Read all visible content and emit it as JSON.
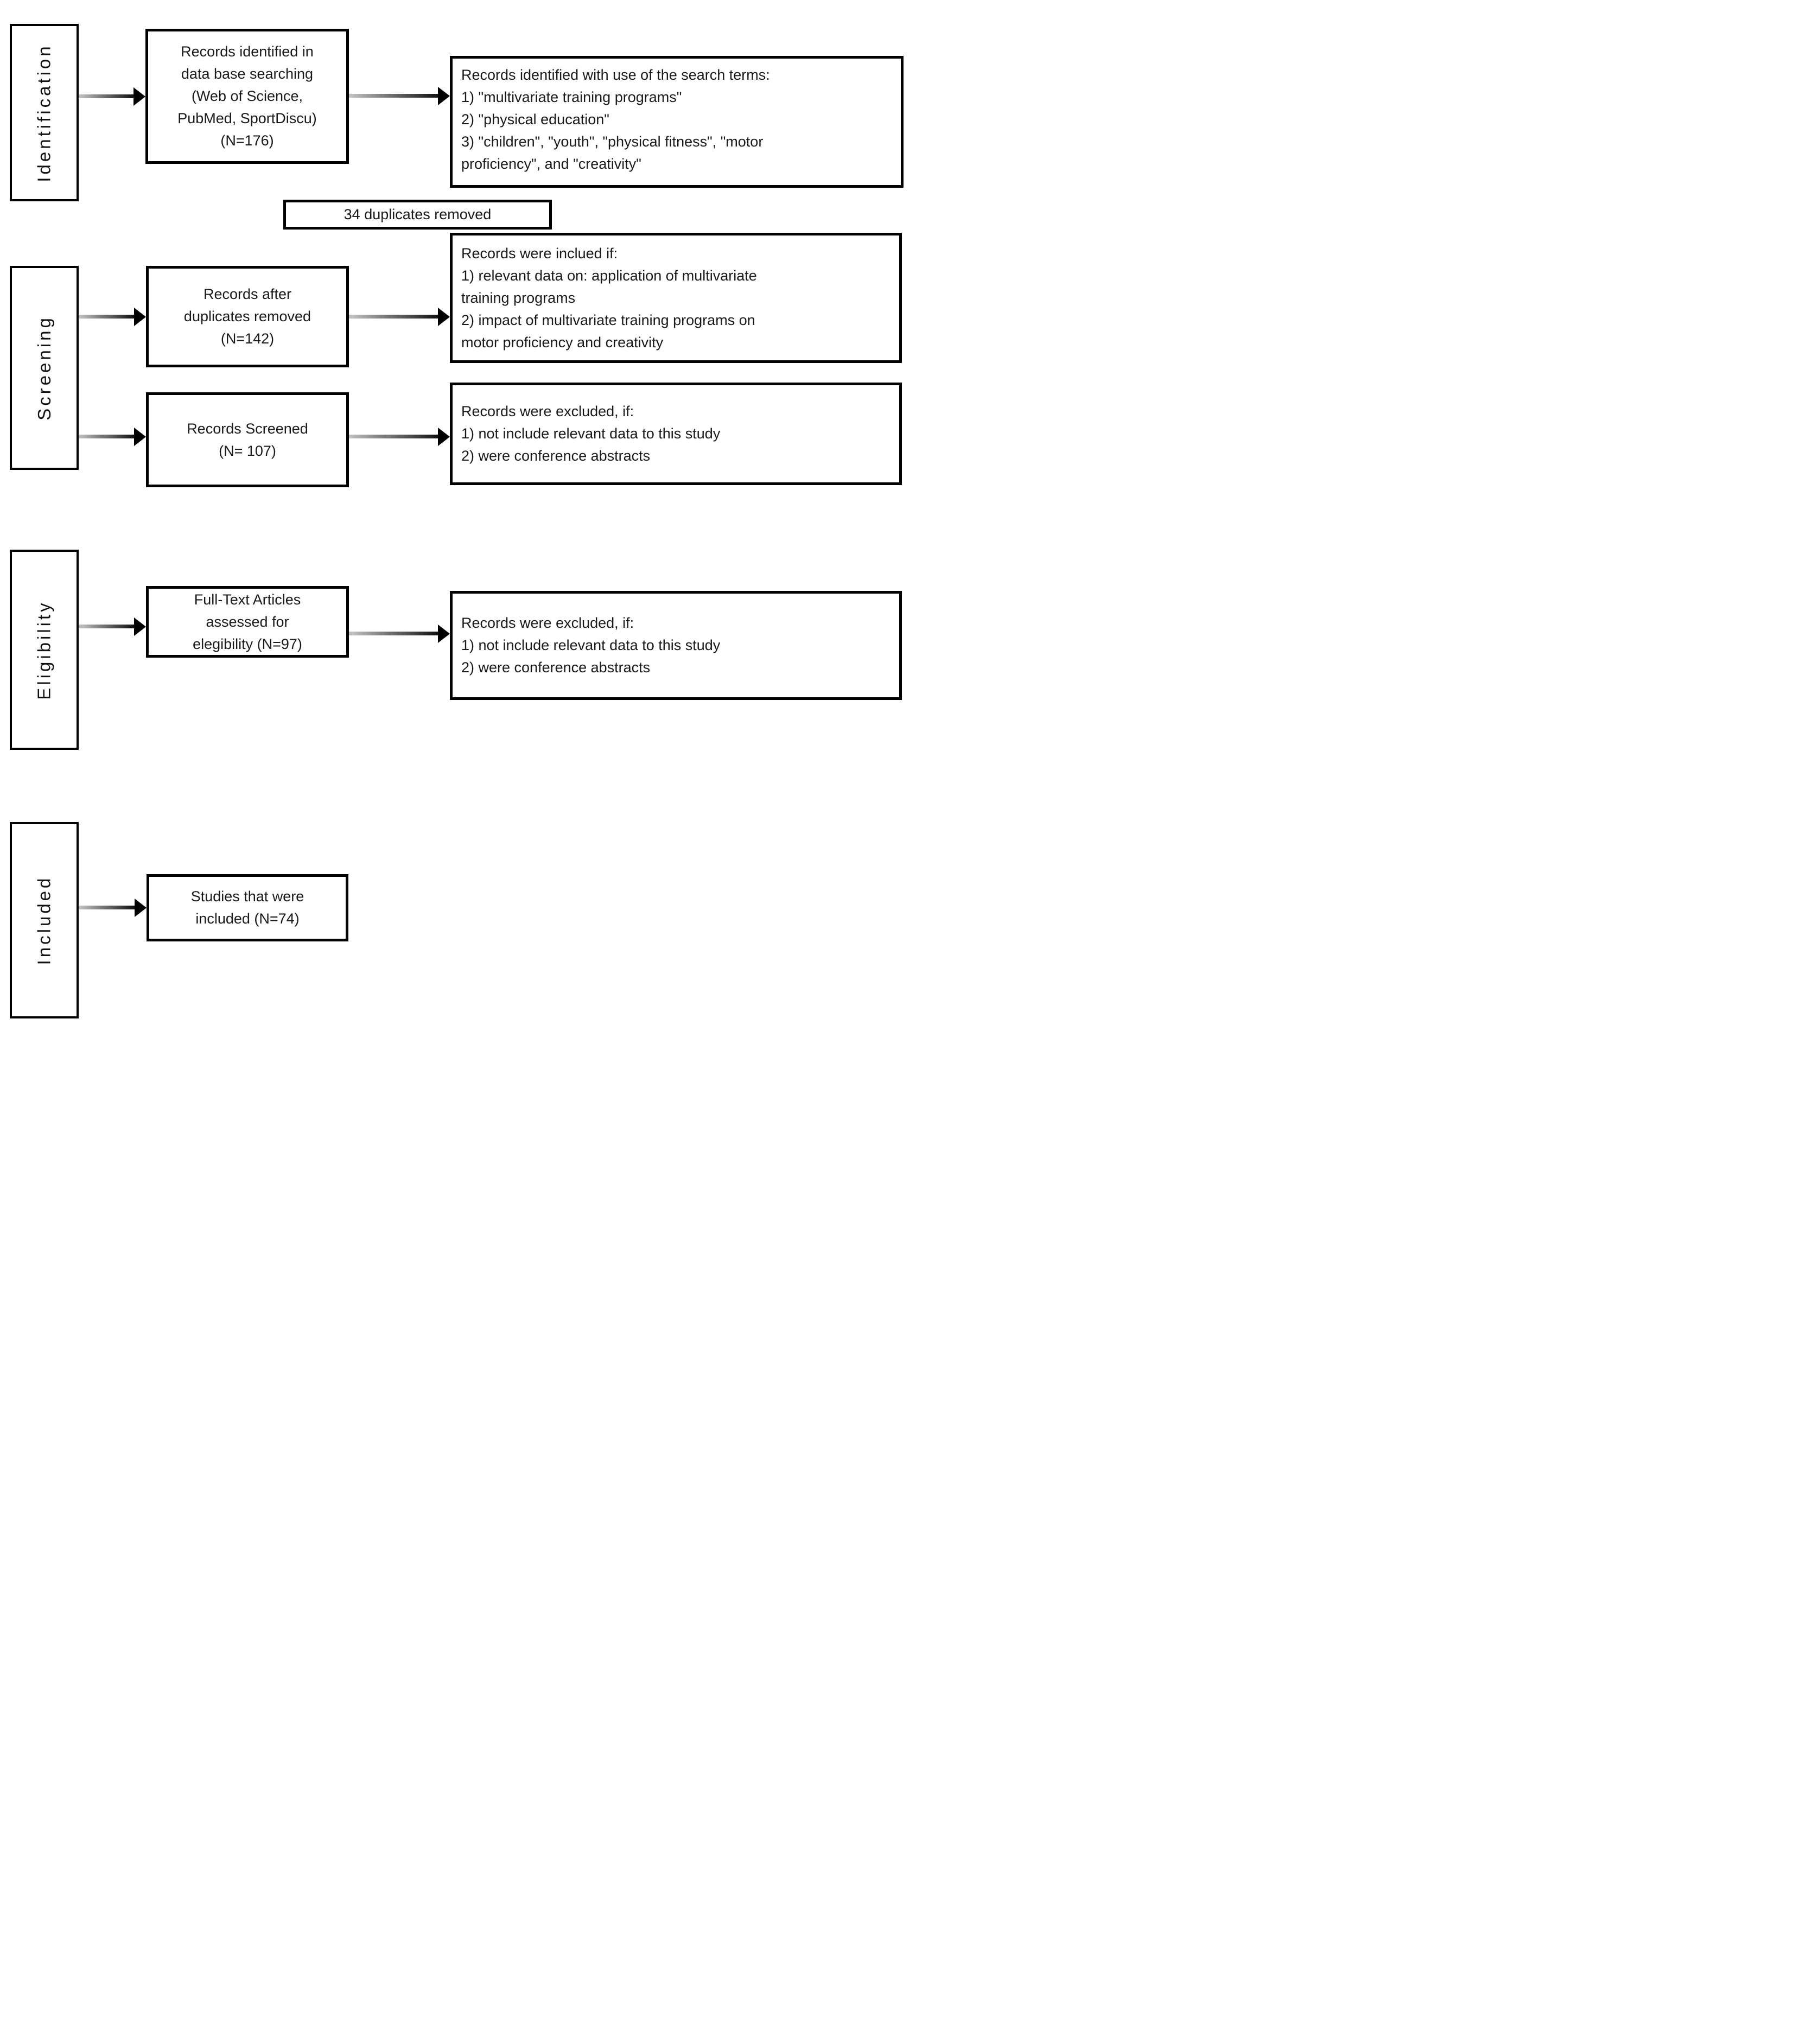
{
  "stages": [
    {
      "label": "Identification"
    },
    {
      "label": "Screening"
    },
    {
      "label": "Eligibility"
    },
    {
      "label": "Included"
    }
  ],
  "boxes": {
    "identified": "Records identified in\ndata base searching\n(Web of Science,\nPubMed, SportDiscu)\n(N=176)",
    "search_terms": "Records identified with use of the search terms:\n1) \"multivariate training programs\"\n2) \"physical education\"\n3) \"children\", \"youth\", \"physical fitness\", \"motor\nproficiency\", and \"creativity\"",
    "duplicates_removed": "34 duplicates removed",
    "after_duplicates": "Records after\nduplicates removed\n(N=142)",
    "inclusion_criteria": "Records were inclued if:\n1) relevant data on: application of multivariate\ntraining programs\n2) impact of multivariate training programs on\nmotor proficiency and creativity",
    "screened": "Records Screened\n(N= 107)",
    "exclusion_criteria_screening": "Records were excluded, if:\n1) not include relevant data to this study\n2) were conference abstracts",
    "fulltext_assessed": "Full-Text Articles\nassessed for\nelegibility (N=97)",
    "exclusion_criteria_eligibility": "Records were excluded, if:\n1) not include relevant data to this study\n2) were conference abstracts",
    "studies_included": "Studies that were\nincluded (N=74)"
  },
  "colors": {
    "border": "#000000",
    "text": "#1a1a1a",
    "arrow_start": "#c4c4c4",
    "arrow_end": "#111111"
  }
}
